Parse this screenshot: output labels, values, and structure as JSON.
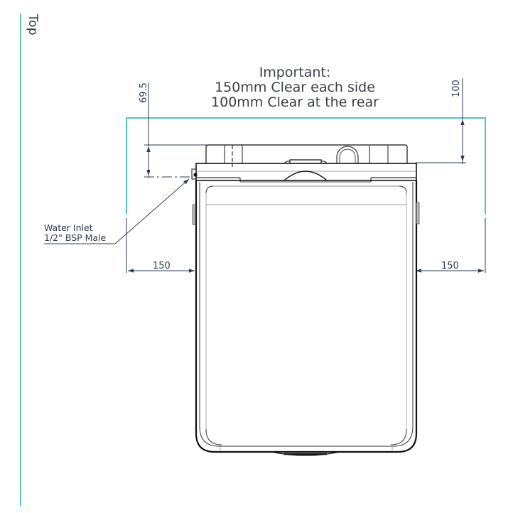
{
  "view": {
    "label": "Top",
    "accent_color": "#5cc2bd"
  },
  "note": {
    "title": "Important:",
    "line1": "150mm Clear each side",
    "line2": "100mm Clear at the rear"
  },
  "dimensions": {
    "rear_inlet_offset": "69.5",
    "rear_clearance": "100",
    "left_clearance": "150",
    "right_clearance": "150"
  },
  "callout": {
    "line1": "Water Inlet",
    "line2": "1/2\" BSP Male"
  },
  "colors": {
    "clearance_line": "#5cc2bd",
    "dimension_line": "#2f3b52",
    "outline": "#111111"
  }
}
